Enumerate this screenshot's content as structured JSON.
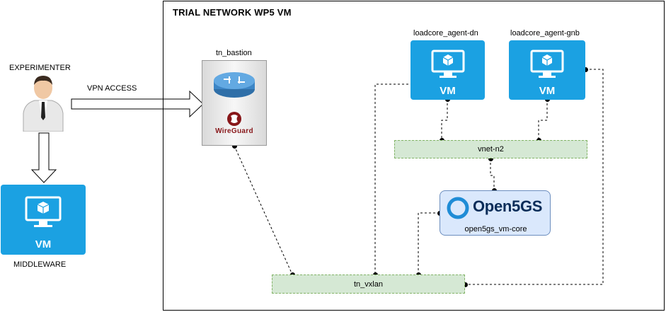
{
  "frame": {
    "title": "TRIAL NETWORK WP5 VM"
  },
  "experimenter": {
    "label": "EXPERIMENTER"
  },
  "vpn": {
    "label": "VPN ACCESS"
  },
  "middleware": {
    "vm_text": "VM",
    "label": "MIDDLEWARE"
  },
  "bastion": {
    "label": "tn_bastion",
    "wireguard_text": "WireGuard"
  },
  "agents": [
    {
      "label": "loadcore_agent-dn",
      "vm_text": "VM"
    },
    {
      "label": "loadcore_agent-gnb",
      "vm_text": "VM"
    }
  ],
  "networks": {
    "vnet_n2": "vnet-n2",
    "tn_vxlan": "tn_vxlan"
  },
  "core": {
    "logo_text": "Open5GS",
    "label": "open5gs_vm-core"
  },
  "colors": {
    "vm_blue": "#1ba1e2",
    "net_green": "#d5e8d4",
    "core_blue": "#dae8fc",
    "open5gs_navy": "#0b2d59",
    "open5gs_blue": "#1f8cd6"
  }
}
